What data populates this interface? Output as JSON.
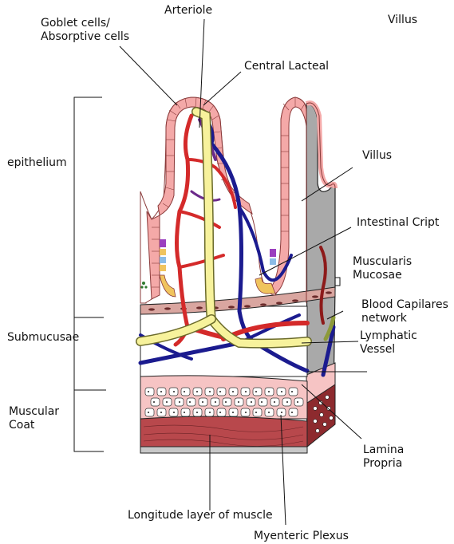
{
  "title": "Arteriole",
  "labels": {
    "goblet": "Goblet cells/\nAbsorptive cells",
    "arteriole": "Arteriole",
    "villus_top": "Villus",
    "central_lacteal": "Central Lacteal",
    "epithelium": "epithelium",
    "villus": "Villus",
    "intestinal_cript": "Intestinal Cript",
    "muscularis": "Muscularis\nMucosae",
    "blood_cap": "Blood Capilares\nnetwork",
    "submucusae": "Submucusae",
    "lymphatic": "Lymphatic\nVessel",
    "muscular_coat": "Muscular\nCoat",
    "lamina": "Lamina\nPropria",
    "longitude": "Longitude layer of muscle",
    "myenteric": "Myenteric Plexus"
  },
  "colors": {
    "epithelium_pink": "#f4a9a8",
    "epithelium_outline": "#8a3a3a",
    "artery_red": "#d42a2a",
    "vein_blue": "#1b1b8f",
    "lymph_yellow": "#f7f29c",
    "muscle_red": "#b8484c",
    "submucosa_pink": "#f6c4c4",
    "side_gray": "#a9a9a9"
  }
}
